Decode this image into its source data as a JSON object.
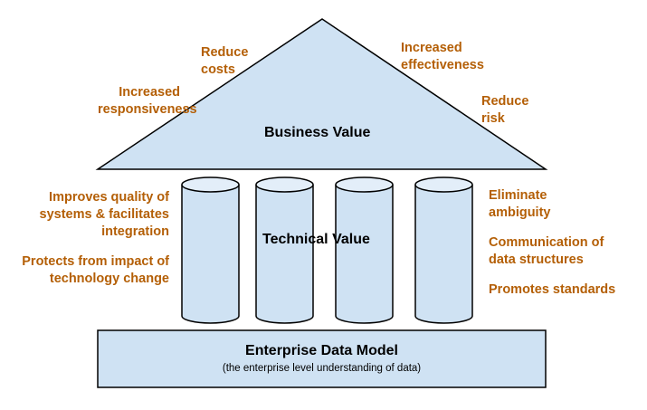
{
  "colors": {
    "fill": "#cfe2f3",
    "top": "#e3eef9",
    "stroke": "#000000",
    "label": "#b45f06"
  },
  "roof": {
    "title": "Business Value",
    "benefits": [
      "Increased responsiveness",
      "Reduce costs",
      "Increased effectiveness",
      "Reduce risk"
    ]
  },
  "pillars": {
    "title": "Technical Value",
    "left": [
      "Improves quality of systems & facilitates integration",
      "Protects from impact of technology change"
    ],
    "right": [
      "Eliminate ambiguity",
      "Communication of data structures",
      "Promotes standards"
    ]
  },
  "base": {
    "title": "Enterprise Data Model",
    "subtitle": "(the enterprise level understanding of data)"
  }
}
